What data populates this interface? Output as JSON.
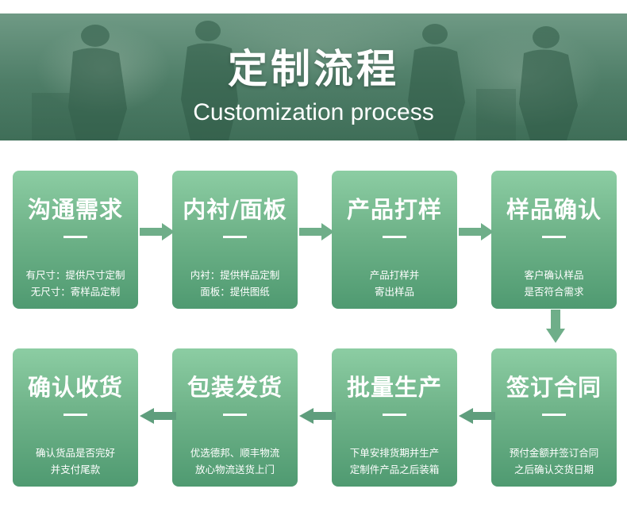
{
  "header": {
    "title": "定制流程",
    "subtitle": "Customization process"
  },
  "colors": {
    "banner": "#4e7d67",
    "card_top": "#8ccda3",
    "card_bottom": "#4f9a71",
    "arrow_row1": "#6fae89",
    "arrow_row2": "#5f9e7d"
  },
  "steps": [
    {
      "title": "沟通需求",
      "desc1": "有尺寸：提供尺寸定制",
      "desc2": "无尺寸：寄样品定制"
    },
    {
      "title": "内衬/面板",
      "desc1": "内衬：提供样品定制",
      "desc2": "面板：提供图纸"
    },
    {
      "title": "产品打样",
      "desc1": "产品打样并",
      "desc2": "寄出样品"
    },
    {
      "title": "样品确认",
      "desc1": "客户确认样品",
      "desc2": "是否符合需求"
    },
    {
      "title": "签订合同",
      "desc1": "预付金额并签订合同",
      "desc2": "之后确认交货日期"
    },
    {
      "title": "批量生产",
      "desc1": "下单安排货期并生产",
      "desc2": "定制件产品之后装箱"
    },
    {
      "title": "包装发货",
      "desc1": "优选德邦、顺丰物流",
      "desc2": "放心物流送货上门"
    },
    {
      "title": "确认收货",
      "desc1": "确认货品是否完好",
      "desc2": "并支付尾款"
    }
  ]
}
